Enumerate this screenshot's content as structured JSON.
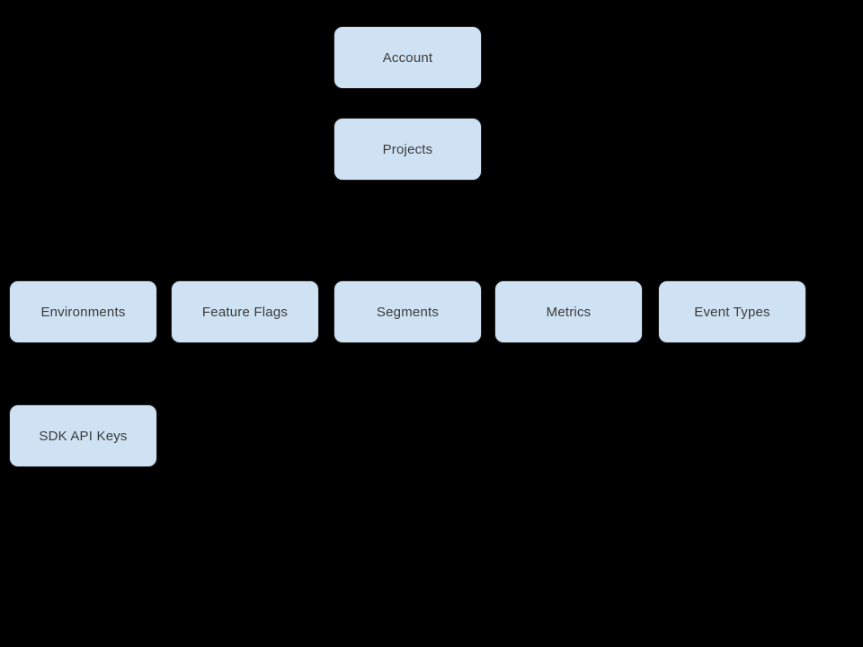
{
  "diagram": {
    "background_color": "#000000",
    "node_fill_color": "#cfe2f3",
    "node_border_color": "#1e1e1e",
    "node_text_color": "#3a3a3a",
    "nodes": [
      {
        "id": "account",
        "label": "Account"
      },
      {
        "id": "projects",
        "label": "Projects"
      },
      {
        "id": "environments",
        "label": "Environments"
      },
      {
        "id": "feature-flags",
        "label": "Feature Flags"
      },
      {
        "id": "segments",
        "label": "Segments"
      },
      {
        "id": "metrics",
        "label": "Metrics"
      },
      {
        "id": "event-types",
        "label": "Event Types"
      },
      {
        "id": "sdk-api-keys",
        "label": "SDK API Keys"
      }
    ]
  }
}
